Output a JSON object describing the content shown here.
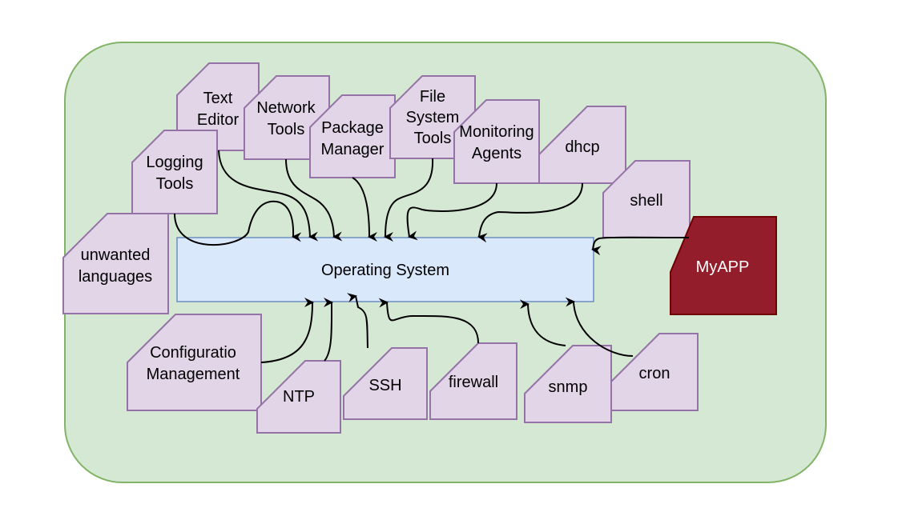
{
  "diagram": {
    "container": {
      "label": "",
      "fill": "#d5e8d4",
      "stroke": "#82b366"
    },
    "core": {
      "label": "Operating System",
      "fill": "#dae8fc",
      "stroke": "#6c8ebf"
    },
    "app": {
      "label": "MyAPP",
      "fill": "#931d2a",
      "stroke": "#6f0000",
      "text_color": "#ffffff"
    },
    "card_style": {
      "fill": "#e1d5e7",
      "stroke": "#9673a6"
    },
    "components": [
      {
        "id": "text-editor",
        "lines": [
          "Text",
          "Editor"
        ]
      },
      {
        "id": "network-tools",
        "lines": [
          "Network",
          "Tools"
        ]
      },
      {
        "id": "package-manager",
        "lines": [
          "Package",
          "Manager"
        ]
      },
      {
        "id": "file-system-tools",
        "lines": [
          "File",
          "System",
          "Tools"
        ]
      },
      {
        "id": "monitoring-agents",
        "lines": [
          "Monitoring",
          "Agents"
        ]
      },
      {
        "id": "dhcp",
        "lines": [
          "dhcp"
        ]
      },
      {
        "id": "logging-tools",
        "lines": [
          "Logging",
          "Tools"
        ]
      },
      {
        "id": "shell",
        "lines": [
          "shell"
        ]
      },
      {
        "id": "unwanted-languages",
        "lines": [
          "unwanted",
          "languages"
        ]
      },
      {
        "id": "configuration-management",
        "lines": [
          "Configuratio",
          "Management"
        ]
      },
      {
        "id": "ntp",
        "lines": [
          "NTP"
        ]
      },
      {
        "id": "ssh",
        "lines": [
          "SSH"
        ]
      },
      {
        "id": "firewall",
        "lines": [
          "firewall"
        ]
      },
      {
        "id": "snmp",
        "lines": [
          "snmp"
        ]
      },
      {
        "id": "cron",
        "lines": [
          "cron"
        ]
      }
    ],
    "edges": [
      {
        "from": "logging-tools",
        "to": "operating-system"
      },
      {
        "from": "text-editor",
        "to": "operating-system"
      },
      {
        "from": "network-tools",
        "to": "operating-system"
      },
      {
        "from": "package-manager",
        "to": "operating-system"
      },
      {
        "from": "file-system-tools",
        "to": "operating-system"
      },
      {
        "from": "monitoring-agents",
        "to": "operating-system"
      },
      {
        "from": "dhcp",
        "to": "operating-system"
      },
      {
        "from": "shell",
        "to": "operating-system"
      },
      {
        "from": "configuration-management",
        "to": "operating-system"
      },
      {
        "from": "ntp",
        "to": "operating-system"
      },
      {
        "from": "ssh",
        "to": "operating-system"
      },
      {
        "from": "firewall",
        "to": "operating-system"
      },
      {
        "from": "snmp",
        "to": "operating-system"
      },
      {
        "from": "cron",
        "to": "operating-system"
      }
    ]
  }
}
